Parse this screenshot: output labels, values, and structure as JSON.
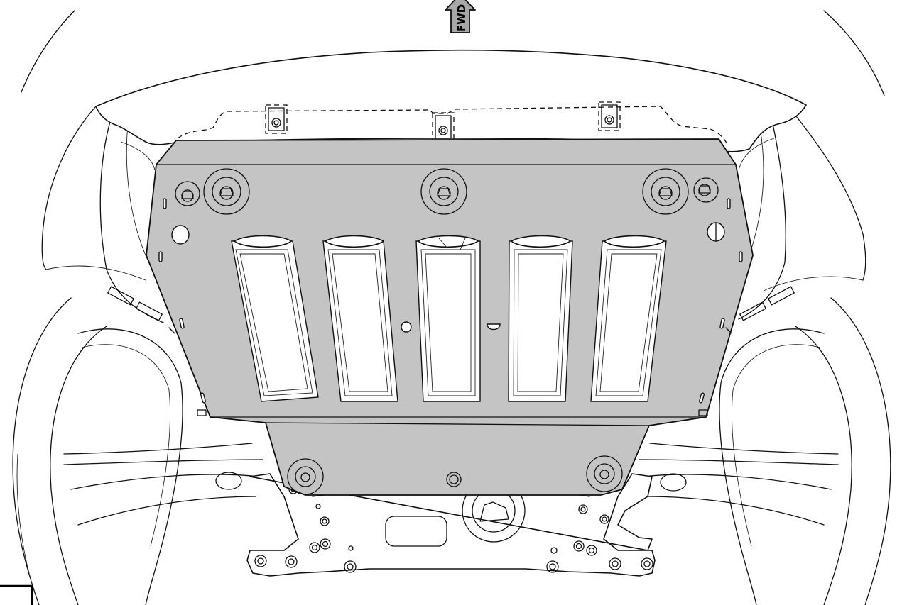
{
  "diagram": {
    "direction_arrow": {
      "label": "FWD"
    },
    "colors": {
      "plate_fill": "#c4c4c4",
      "arrow_fill": "#a8a8a8",
      "line": "#111111",
      "background": "#ffffff"
    },
    "parts": [
      "front-bumper",
      "skid-plate",
      "subframe",
      "left-wheel-arch",
      "right-wheel-arch"
    ],
    "fasteners": {
      "skid_plate_bolts": 7,
      "bracket_bolts": 3
    }
  }
}
